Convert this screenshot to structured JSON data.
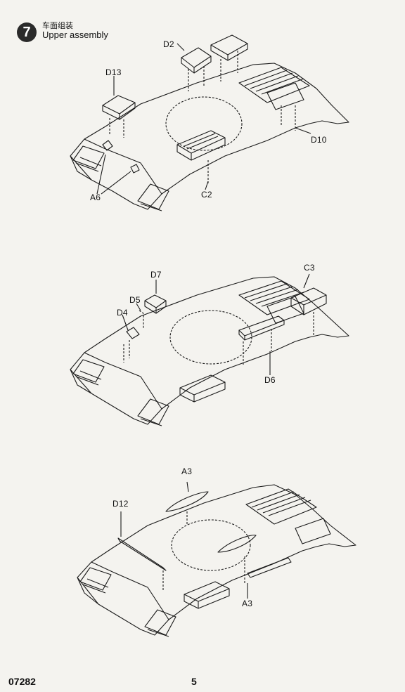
{
  "step": {
    "number": "7",
    "title_cn": "车面组装",
    "title_en": "Upper assembly"
  },
  "callouts": {
    "d2": "D2",
    "d13": "D13",
    "d10": "D10",
    "a6": "A6",
    "c2": "C2",
    "d7": "D7",
    "c3": "C3",
    "d5": "D5",
    "d4": "D4",
    "d6": "D6",
    "a3_top": "A3",
    "d12": "D12",
    "a3_bottom": "A3"
  },
  "footer": {
    "code": "07282",
    "page": "5"
  }
}
